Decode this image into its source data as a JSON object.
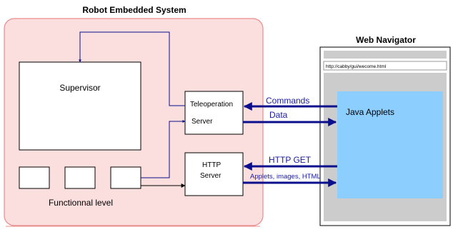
{
  "robot": {
    "title": "Robot Embedded System",
    "supervisor_label": "Supervisor",
    "functional_label": "Functionnal level",
    "teleop_line1": "Teleoperation",
    "teleop_line2": "Server",
    "http_line1": "HTTP",
    "http_line2": "Server"
  },
  "web": {
    "title": "Web Navigator",
    "url": "http://cabby/gui/wecome.html",
    "applets_label": "Java Applets"
  },
  "links": {
    "commands": "Commands",
    "data": "Data",
    "http_get": "HTTP GET",
    "applets_images": "Applets, images, HTML"
  },
  "colors": {
    "robot_fill": "#fbdede",
    "robot_border": "#e98c8c",
    "applet_fill": "#8ccfff",
    "arrow_blue": "#0b0f8c",
    "label_blue": "#1a1aa0",
    "browser_gray": "#cccccc"
  }
}
